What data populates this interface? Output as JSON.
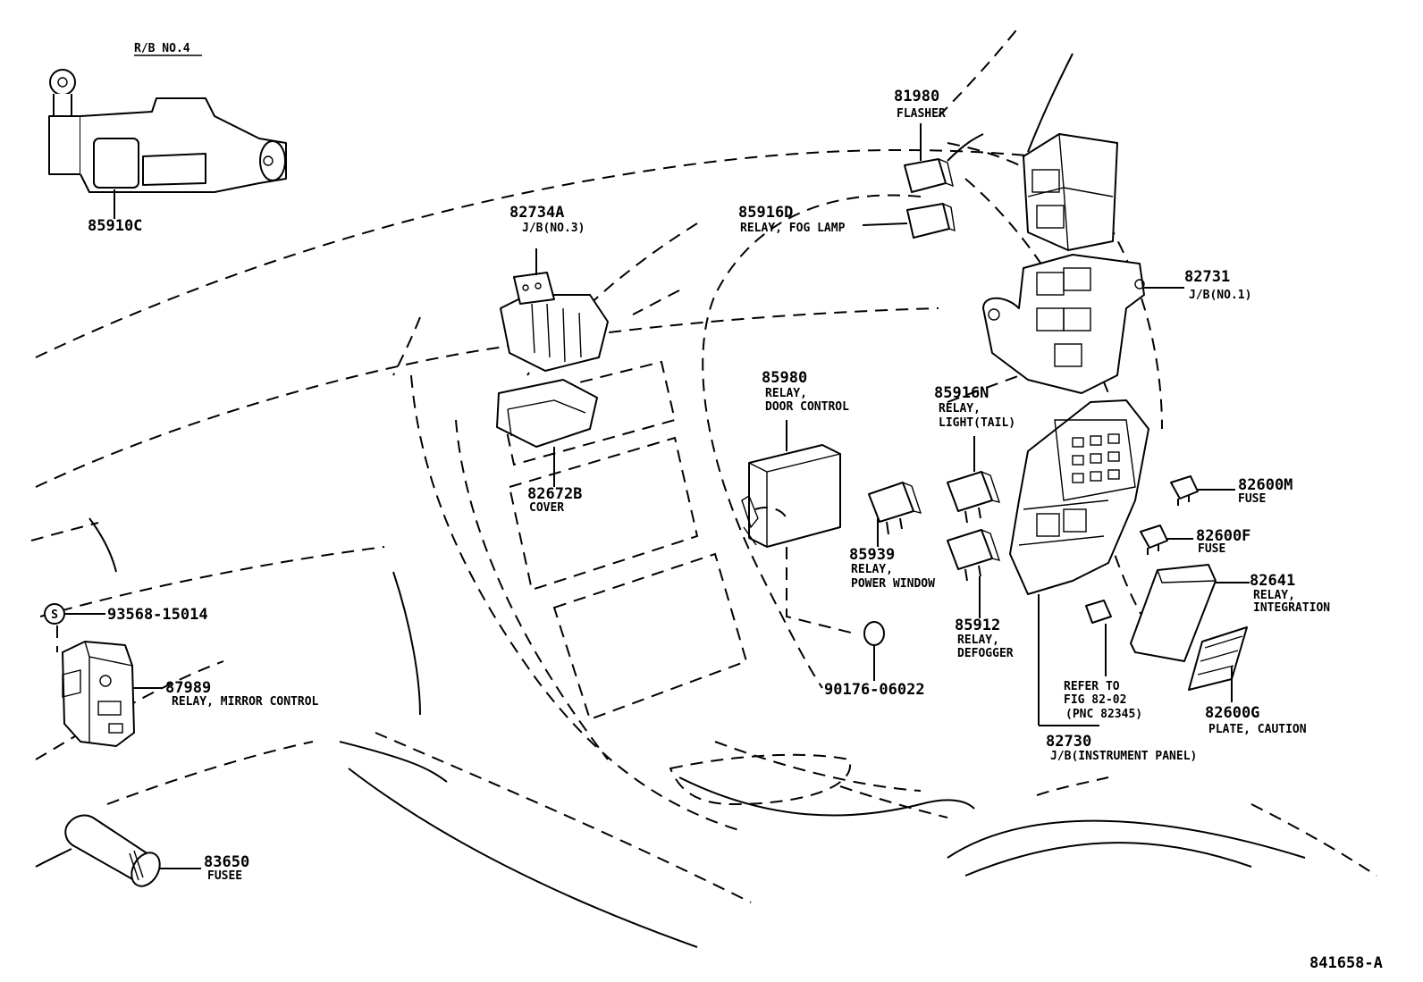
{
  "diagram_code": "841658-A",
  "rb_title": "R/B NO.4",
  "callouts": [
    {
      "key": "p85910C",
      "number": "85910C",
      "label": ""
    },
    {
      "key": "p82734A",
      "number": "82734A",
      "label": "J/B(NO.3)"
    },
    {
      "key": "p81980",
      "number": "81980",
      "label": "FLASHER"
    },
    {
      "key": "p85916D",
      "number": "85916D",
      "label": "RELAY, FOG LAMP"
    },
    {
      "key": "p82731",
      "number": "82731",
      "label": "J/B(NO.1)"
    },
    {
      "key": "p85980",
      "number": "85980",
      "label": "RELAY,",
      "label2": "DOOR CONTROL"
    },
    {
      "key": "p85916N",
      "number": "85916N",
      "label": "RELAY,",
      "label2": "LIGHT(TAIL)"
    },
    {
      "key": "p82672B",
      "number": "82672B",
      "label": "COVER"
    },
    {
      "key": "p82600M",
      "number": "82600M",
      "label": "FUSE"
    },
    {
      "key": "p82600F",
      "number": "82600F",
      "label": "FUSE"
    },
    {
      "key": "p85939",
      "number": "85939",
      "label": "RELAY,",
      "label2": "POWER WINDOW"
    },
    {
      "key": "p82641",
      "number": "82641",
      "label": "RELAY,",
      "label2": "INTEGRATION"
    },
    {
      "key": "p93568",
      "number": "93568-15014",
      "label": ""
    },
    {
      "key": "p85912",
      "number": "85912",
      "label": "RELAY,",
      "label2": "DEFOGGER"
    },
    {
      "key": "p87989",
      "number": "87989",
      "label": "RELAY, MIRROR CONTROL"
    },
    {
      "key": "p90176",
      "number": "90176-06022",
      "label": ""
    },
    {
      "key": "p82600G",
      "number": "82600G",
      "label": "PLATE, CAUTION"
    },
    {
      "key": "p82730",
      "number": "82730",
      "label": "J/B(INSTRUMENT PANEL)"
    },
    {
      "key": "p83650",
      "number": "83650",
      "label": "FUSEE"
    }
  ],
  "refer_note": [
    "REFER TO",
    "FIG 82-02",
    "(PNC 82345)"
  ],
  "s_marker": "S"
}
